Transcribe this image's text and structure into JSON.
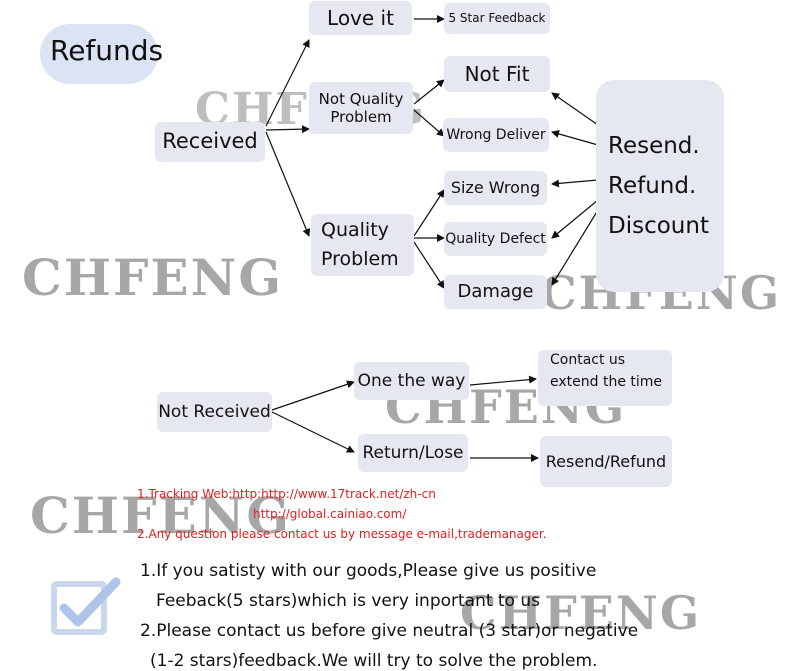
{
  "header": {
    "refunds_label": "Refunds"
  },
  "flow_top": {
    "received": "Received",
    "love_it": "Love it",
    "five_star": "5 Star Feedback",
    "not_quality_line1": "Not Quality",
    "not_quality_line2": "Problem",
    "quality_line1": "Quality",
    "quality_line2": "Problem",
    "not_fit": "Not Fit",
    "wrong_deliver": "Wrong Deliver",
    "size_wrong": "Size Wrong",
    "quality_defect": "Quality Defect",
    "damage": "Damage",
    "resolution": [
      "Resend.",
      "Refund.",
      "Discount"
    ]
  },
  "flow_bottom": {
    "not_received": "Not Received",
    "one_the_way": "One the way",
    "contact_line1": "Contact us",
    "contact_line2": "extend the time",
    "return_lose": "Return/Lose",
    "resend_refund": "Resend/Refund"
  },
  "tracking": {
    "line1": "1.Tracking Web:http:http://www.17track.net/zh-cn",
    "line2": "http://global.cainiao.com/",
    "line3": "2.Any question please contact us by message e-mail,trademanager."
  },
  "notes": {
    "line1": "1.If you satisty with our goods,Please give us positive",
    "line2": "Feeback(5 stars)which is very inportant to us",
    "line3": "2.Please contact us before give neutral (3 star)or negative",
    "line4": "(1-2 stars)feedback.We will try to solve the problem."
  },
  "watermark": "CHFENG",
  "colors": {
    "box": "#e6e8f1",
    "tracking_text": "#e02020",
    "watermark": "#8a8a8a"
  },
  "icons": [
    "refund-arrows-icon",
    "checkbox-check-icon"
  ]
}
